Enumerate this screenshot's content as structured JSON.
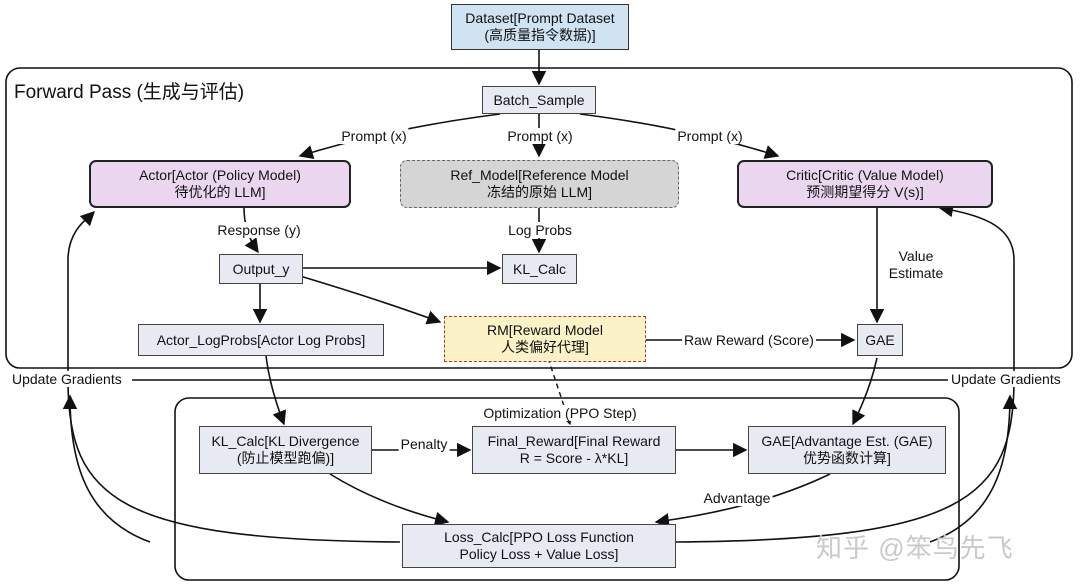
{
  "sections": {
    "forward_title": "Forward Pass (生成与评估)",
    "optimization_title": "Optimization (PPO Step)"
  },
  "nodes": {
    "dataset": [
      "Dataset[Prompt Dataset",
      "(高质量指令数据)]"
    ],
    "batch_sample": [
      "Batch_Sample"
    ],
    "actor": [
      "Actor[Actor (Policy Model)",
      "待优化的 LLM]"
    ],
    "ref_model": [
      "Ref_Model[Reference Model",
      "冻结的原始 LLM]"
    ],
    "critic": [
      "Critic[Critic (Value Model)",
      "预测期望得分 V(s)]"
    ],
    "output_y": [
      "Output_y"
    ],
    "kl_calc_top": [
      "KL_Calc"
    ],
    "actor_logprobs": [
      "Actor_LogProbs[Actor Log Probs]"
    ],
    "rm": [
      "RM[Reward Model",
      "人类偏好代理]"
    ],
    "gae_top": [
      "GAE"
    ],
    "kl_calc_opt": [
      "KL_Calc[KL Divergence",
      "(防止模型跑偏)]"
    ],
    "final_reward": [
      "Final_Reward[Final Reward",
      "R = Score - λ*KL]"
    ],
    "gae_opt": [
      "GAE[Advantage Est. (GAE)",
      "优势函数计算]"
    ],
    "loss_calc": [
      "Loss_Calc[PPO Loss Function",
      "Policy Loss + Value Loss]"
    ]
  },
  "edge_labels": {
    "prompt_left": "Prompt (x)",
    "prompt_mid": "Prompt (x)",
    "prompt_right": "Prompt (x)",
    "response": "Response (y)",
    "log_probs": "Log Probs",
    "value_estimate": [
      "Value",
      "Estimate"
    ],
    "raw_reward": "Raw Reward (Score)",
    "penalty": "Penalty",
    "advantage": "Advantage",
    "update_left": "Update Gradients",
    "update_right": "Update Gradients"
  },
  "watermark": "知乎 @笨鸟先飞",
  "colors": {
    "dataset_fill": "#cfe3f2",
    "model_fill": "#ead7ef",
    "ref_fill": "#d5d5d5",
    "reward_fill": "#fbf2c8",
    "reward_border": "#b23a2a",
    "node_fill": "#e7eaf2"
  }
}
